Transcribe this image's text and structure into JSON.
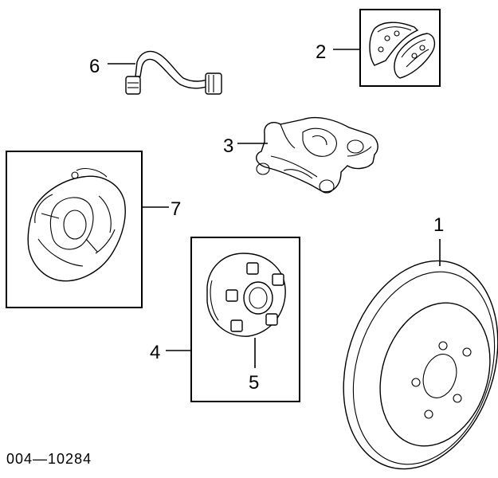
{
  "diagram": {
    "callouts": {
      "c1": "1",
      "c2": "2",
      "c3": "3",
      "c4": "4",
      "c5": "5",
      "c6": "6",
      "c7": "7"
    },
    "reference_code": "004—10284",
    "parts": {
      "rotor": "rotor-icon",
      "brake_pads": "brake-pads-icon",
      "caliper": "caliper-icon",
      "hub": "hub-icon",
      "wheel_stud": "wheel-stud-icon",
      "brake_hose": "brake-hose-icon",
      "splash_shield": "splash-shield-icon"
    },
    "line_color": "#000000",
    "background_color": "#ffffff"
  }
}
